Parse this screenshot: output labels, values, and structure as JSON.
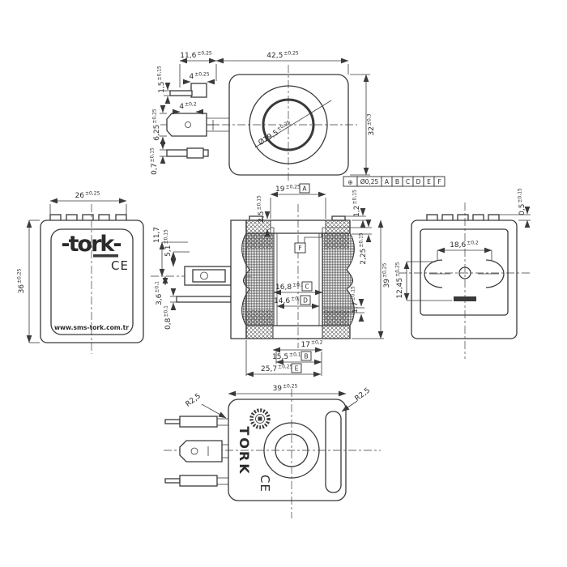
{
  "page": {
    "background": "#ffffff",
    "line_color": "#3a3a3a"
  },
  "brand": {
    "logo": "-tork-",
    "website": "www.sms-tork.com.tr",
    "name_vertical": "TORK",
    "ce": "CE"
  },
  "fcf": {
    "symbol": "⊕",
    "tolerance": "Ø0,25",
    "datums": [
      "A",
      "B",
      "C",
      "D",
      "E",
      "F"
    ]
  },
  "top_view": {
    "d_body_width": {
      "v": "42,5",
      "t": "±0,25"
    },
    "d_connector_width": {
      "v": "11,6",
      "t": "±0,25"
    },
    "d_tab_thickness": {
      "v": "1,5",
      "t": "±0,15"
    },
    "d_tab_width": {
      "v": "4",
      "t": "±0,25"
    },
    "d_hole_width": {
      "v": "4",
      "t": "±0,2"
    },
    "d_connector_height": {
      "v": "6,25",
      "t": "±0,25"
    },
    "d_pin_thickness": {
      "v": "0,7",
      "t": "±0,15"
    },
    "d_body_height": {
      "v": "32",
      "t": "±0,3"
    },
    "d_bore_dia": {
      "v": "Ø19,5",
      "t": "±0,25"
    }
  },
  "front_view": {
    "d_width": {
      "v": "26",
      "t": "±0,25"
    },
    "d_height": {
      "v": "36",
      "t": "±0,25"
    }
  },
  "pin_profile": {
    "d_11_7": {
      "v": "11,7",
      "t": ""
    },
    "d_5_1": {
      "v": "5,1",
      "t": "±0,15"
    },
    "d_3_6": {
      "v": "3,6",
      "t": "±0,1"
    },
    "d_0_8": {
      "v": "0,8",
      "t": "±0,1"
    }
  },
  "section_view": {
    "d_top_width": {
      "v": "19",
      "t": "±0,25",
      "datum": "A"
    },
    "d_2_5": {
      "v": "2,5",
      "t": "±0,15"
    },
    "d_1_2": {
      "v": "1,2",
      "t": "±0,15"
    },
    "d_2_25": {
      "v": "2,25",
      "t": "±0,15"
    },
    "d_height": {
      "v": "39",
      "t": "±0,25"
    },
    "d_1_7": {
      "v": "1,7",
      "t": "±0,15"
    },
    "d_16_8": {
      "v": "16,8",
      "t": "±0,2",
      "datum": "C"
    },
    "d_14_6": {
      "v": "14,6",
      "t": "±0,1",
      "datum": "D"
    },
    "d_17": {
      "v": "17",
      "t": "±0,2"
    },
    "d_15_5": {
      "v": "15,5",
      "t": "±0,1",
      "datum": "B"
    },
    "d_25_7": {
      "v": "25,7",
      "t": "±0,25",
      "datum": "E"
    },
    "datum_f": "F"
  },
  "right_view": {
    "d_tab": {
      "v": "0,5",
      "t": "±0,15"
    },
    "d_pin_span": {
      "v": "18,6",
      "t": "±0,2"
    },
    "d_12_45": {
      "v": "12,45",
      "t": "±0,25"
    }
  },
  "bottom_view": {
    "d_width": {
      "v": "39",
      "t": "±0,25"
    },
    "r_left": "R2,5",
    "r_right": "R2,5"
  }
}
